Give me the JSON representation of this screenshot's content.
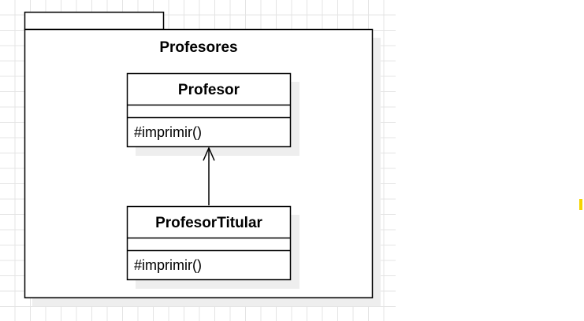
{
  "package": {
    "name": "Profesores"
  },
  "classes": [
    {
      "name": "Profesor",
      "attributes": [],
      "methods": [
        "#imprimir()"
      ]
    },
    {
      "name": "ProfesorTitular",
      "attributes": [],
      "methods": [
        "#imprimir()"
      ]
    }
  ],
  "relations": [
    {
      "from": "ProfesorTitular",
      "to": "Profesor",
      "type": "dependency-arrow"
    }
  ],
  "colors": {
    "stroke": "#000000",
    "shadow": "#eeeeee",
    "grid": "#e4e4e4",
    "accent": "#f5d400"
  }
}
